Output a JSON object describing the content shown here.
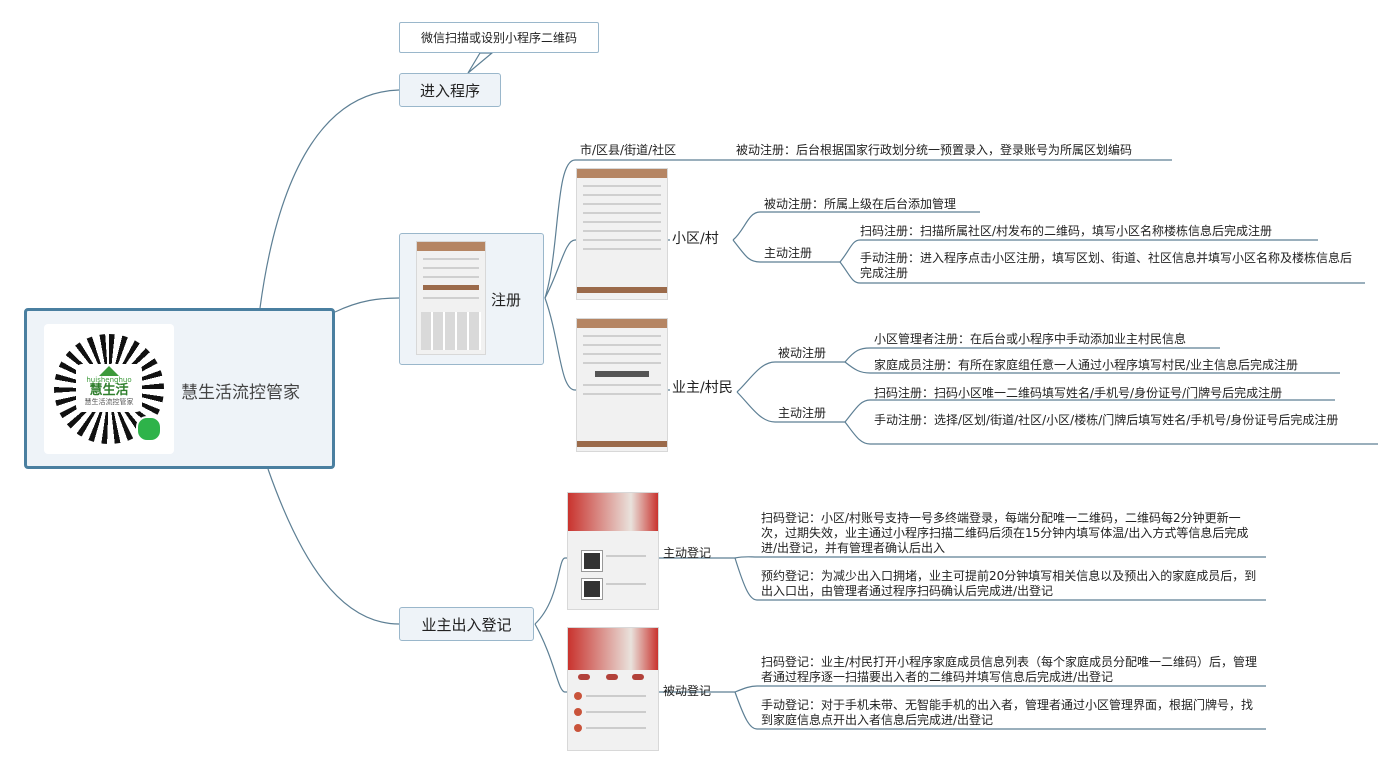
{
  "root": {
    "title": "慧生活流控管家",
    "qr_brand": "慧生活",
    "qr_pinyin": "huishenghuo",
    "qr_sub": "慧生活流控管家"
  },
  "entry": {
    "label": "进入程序",
    "callout": "微信扫描或设别小程序二维码"
  },
  "register": {
    "label": "注册",
    "city": {
      "label": "市/区县/街道/社区",
      "passive": "被动注册：后台根据国家行政划分统一预置录入，登录账号为所属区划编码"
    },
    "community": {
      "label": "小区/村",
      "passive": "被动注册：所属上级在后台添加管理",
      "active_label": "主动注册",
      "active_scan": "扫码注册：扫描所属社区/村发布的二维码，填写小区名称楼栋信息后完成注册",
      "active_manual": "手动注册：进入程序点击小区注册，填写区划、街道、社区信息并填写小区名称及楼栋信息后完成注册"
    },
    "owner": {
      "label": "业主/村民",
      "passive_label": "被动注册",
      "passive_admin": "小区管理者注册：在后台或小程序中手动添加业主村民信息",
      "passive_family": "家庭成员注册：有所在家庭组任意一人通过小程序填写村民/业主信息后完成注册",
      "active_label": "主动注册",
      "active_scan": "扫码注册：扫码小区唯一二维码填写姓名/手机号/身份证号/门牌号后完成注册",
      "active_manual": "手动注册：选择/区划/街道/社区/小区/楼栋/门牌后填写姓名/手机号/身份证号后完成注册"
    }
  },
  "checkin": {
    "label": "业主出入登记",
    "active": {
      "label": "主动登记",
      "scan": "扫码登记：小区/村账号支持一号多终端登录，每端分配唯一二维码，二维码每2分钟更新一次，过期失效，业主通过小程序扫描二维码后须在15分钟内填写体温/出入方式等信息后完成进/出登记，并有管理者确认后出入",
      "appointment": "预约登记：为减少出入口拥堵，业主可提前20分钟填写相关信息以及预出入的家庭成员后，到出入口出，由管理者通过程序扫码确认后完成进/出登记"
    },
    "passive": {
      "label": "被动登记",
      "scan": "扫码登记：业主/村民打开小程序家庭成员信息列表（每个家庭成员分配唯一二维码）后，管理者通过程序逐一扫描要出入者的二维码并填写信息后完成进/出登记",
      "manual": "手动登记：对于手机未带、无智能手机的出入者，管理者通过小区管理界面，根据门牌号，找到家庭信息点开出入者信息后完成进/出登记"
    }
  },
  "colors": {
    "line": "#5d7f94",
    "node_fill": "#eef3f8",
    "node_border": "#9ab7cb",
    "root_border": "#4a7fa0",
    "accent": "#9b6a4a"
  }
}
